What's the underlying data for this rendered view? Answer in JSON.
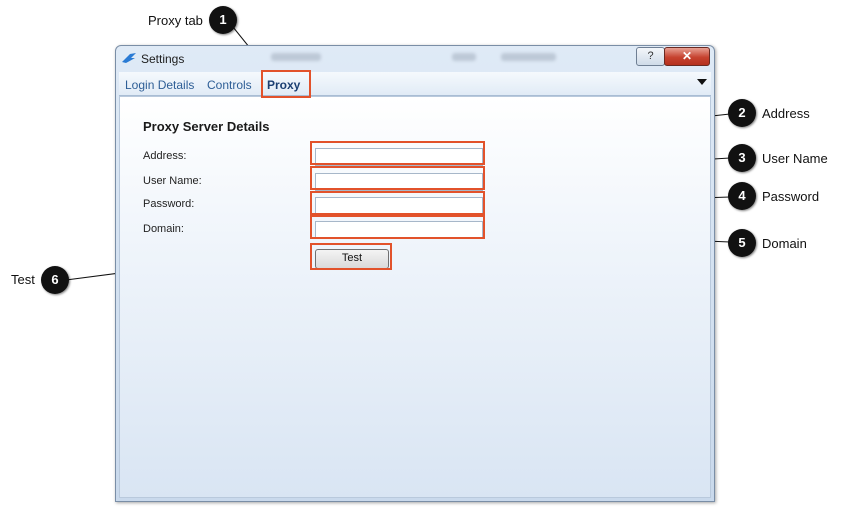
{
  "window": {
    "title": "Settings",
    "help_glyph": "?",
    "close_glyph": "✕"
  },
  "tabs": [
    {
      "label": "Login Details"
    },
    {
      "label": "Controls"
    },
    {
      "label": "Proxy",
      "active": true
    }
  ],
  "form": {
    "section_title": "Proxy Server Details",
    "fields": [
      {
        "label": "Address:",
        "value": ""
      },
      {
        "label": "User Name:",
        "value": ""
      },
      {
        "label": "Password:",
        "value": ""
      },
      {
        "label": "Domain:",
        "value": ""
      }
    ],
    "test_button": "Test"
  },
  "callouts": [
    {
      "number": "1",
      "label": "Proxy tab"
    },
    {
      "number": "2",
      "label": "Address"
    },
    {
      "number": "3",
      "label": "User Name"
    },
    {
      "number": "4",
      "label": "Password"
    },
    {
      "number": "5",
      "label": "Domain"
    },
    {
      "number": "6",
      "label": "Test"
    }
  ],
  "colors": {
    "highlight": "#e2522b",
    "marker": "#111111",
    "tab_text": "#2e5e96"
  },
  "icons": [
    "app-icon",
    "help-icon",
    "close-icon",
    "tab-menu-chevron-icon"
  ]
}
